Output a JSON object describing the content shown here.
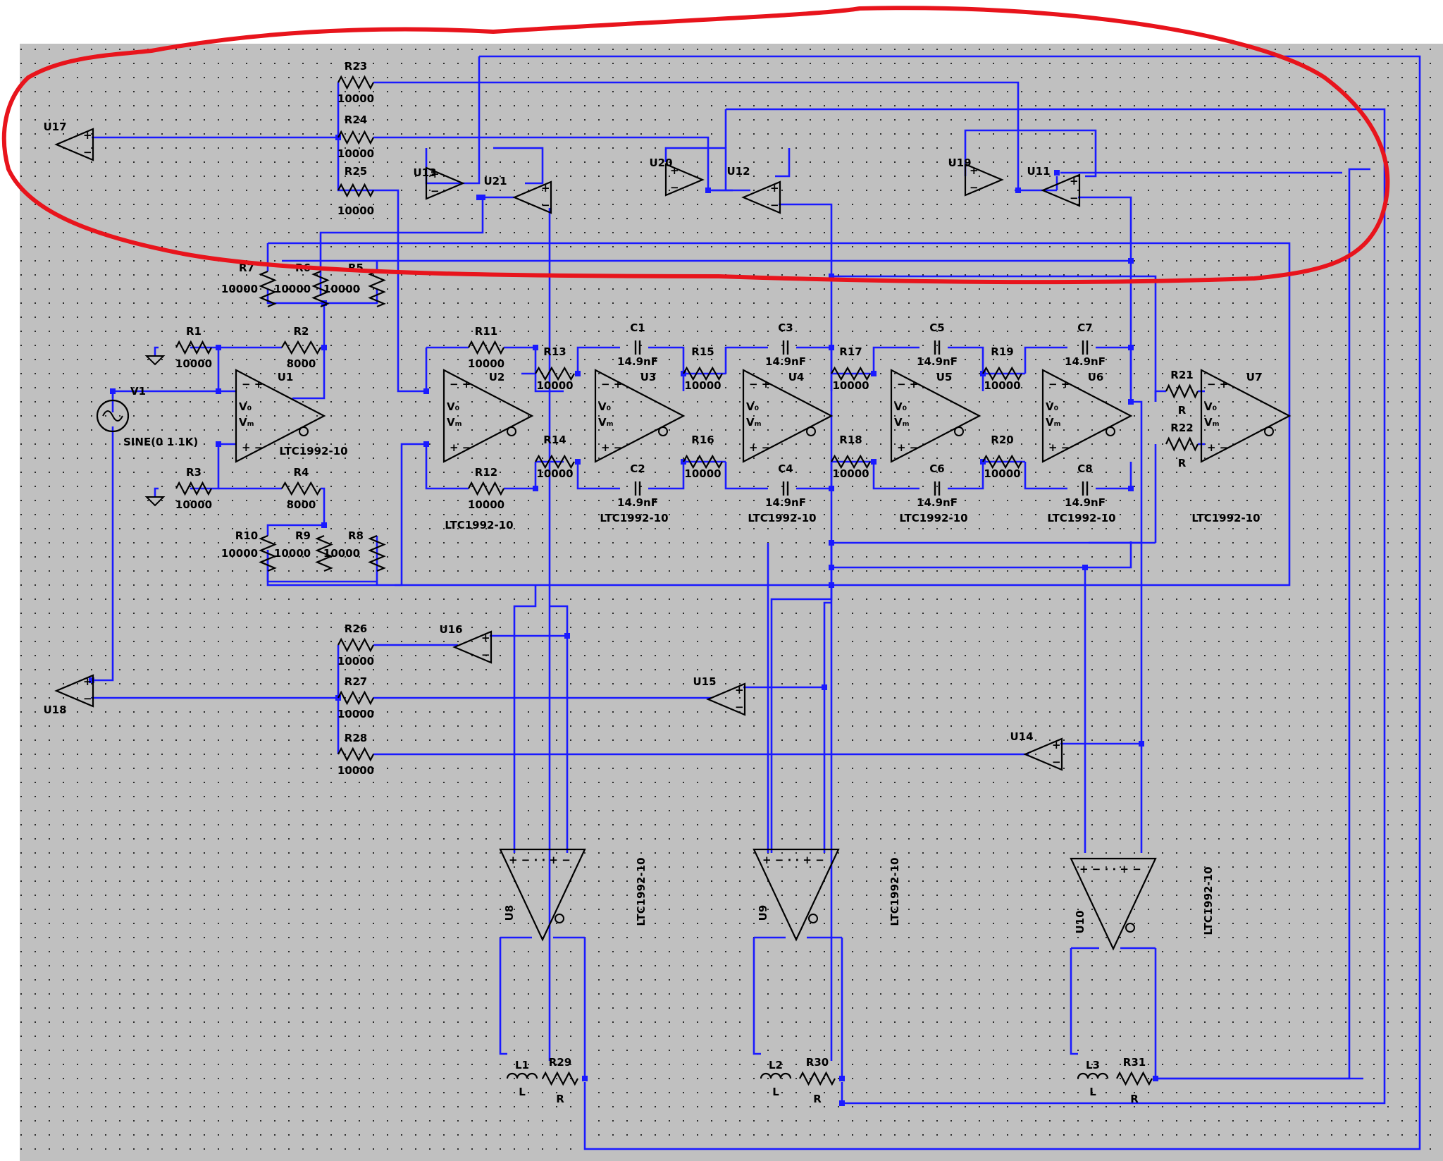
{
  "schematic": {
    "source_label": "SINE(0 1 1K)",
    "voltage_source": "V1",
    "opamps": [
      {
        "ref": "U1",
        "model": "LTC1992-10"
      },
      {
        "ref": "U2",
        "model": "LTC1992-10"
      },
      {
        "ref": "U3",
        "model": "LTC1992-10"
      },
      {
        "ref": "U4",
        "model": "LTC1992-10"
      },
      {
        "ref": "U5",
        "model": "LTC1992-10"
      },
      {
        "ref": "U6",
        "model": "LTC1992-10"
      },
      {
        "ref": "U7",
        "model": "LTC1992-10"
      },
      {
        "ref": "U8",
        "model": "LTC1992-10"
      },
      {
        "ref": "U9",
        "model": "LTC1992-10"
      },
      {
        "ref": "U10",
        "model": "LTC1992-10"
      }
    ],
    "buffers": [
      "U11",
      "U12",
      "U13",
      "U14",
      "U15",
      "U16",
      "U17",
      "U18",
      "U19",
      "U20",
      "U21"
    ],
    "resistors": [
      {
        "ref": "R1",
        "value": "10000"
      },
      {
        "ref": "R2",
        "value": "8000"
      },
      {
        "ref": "R3",
        "value": "10000"
      },
      {
        "ref": "R4",
        "value": "8000"
      },
      {
        "ref": "R5",
        "value": "10000"
      },
      {
        "ref": "R6",
        "value": "10000"
      },
      {
        "ref": "R7",
        "value": "10000"
      },
      {
        "ref": "R8",
        "value": "10000"
      },
      {
        "ref": "R9",
        "value": "10000"
      },
      {
        "ref": "R10",
        "value": "10000"
      },
      {
        "ref": "R11",
        "value": "10000"
      },
      {
        "ref": "R12",
        "value": "10000"
      },
      {
        "ref": "R13",
        "value": "10000"
      },
      {
        "ref": "R14",
        "value": "10000"
      },
      {
        "ref": "R15",
        "value": "10000"
      },
      {
        "ref": "R16",
        "value": "10000"
      },
      {
        "ref": "R17",
        "value": "10000"
      },
      {
        "ref": "R18",
        "value": "10000"
      },
      {
        "ref": "R19",
        "value": "10000"
      },
      {
        "ref": "R20",
        "value": "10000"
      },
      {
        "ref": "R21",
        "value": "R"
      },
      {
        "ref": "R22",
        "value": "R"
      },
      {
        "ref": "R23",
        "value": "10000"
      },
      {
        "ref": "R24",
        "value": "10000"
      },
      {
        "ref": "R25",
        "value": "10000"
      },
      {
        "ref": "R26",
        "value": "10000"
      },
      {
        "ref": "R27",
        "value": "10000"
      },
      {
        "ref": "R28",
        "value": "10000"
      },
      {
        "ref": "R29",
        "value": "R"
      },
      {
        "ref": "R30",
        "value": "R"
      },
      {
        "ref": "R31",
        "value": "R"
      }
    ],
    "capacitors": [
      {
        "ref": "C1",
        "value": "14.9nF"
      },
      {
        "ref": "C2",
        "value": "14.9nF"
      },
      {
        "ref": "C3",
        "value": "14.9nF"
      },
      {
        "ref": "C4",
        "value": "14.9nF"
      },
      {
        "ref": "C5",
        "value": "14.9nF"
      },
      {
        "ref": "C6",
        "value": "14.9nF"
      },
      {
        "ref": "C7",
        "value": "14.9nF"
      },
      {
        "ref": "C8",
        "value": "14.9nF"
      }
    ],
    "inductors": [
      {
        "ref": "L1",
        "value": "L"
      },
      {
        "ref": "L2",
        "value": "L"
      },
      {
        "ref": "L3",
        "value": "L"
      }
    ],
    "colors": {
      "background": "#c0c0c0",
      "wire": "#1a1aff",
      "highlight": "#e8141c"
    }
  }
}
